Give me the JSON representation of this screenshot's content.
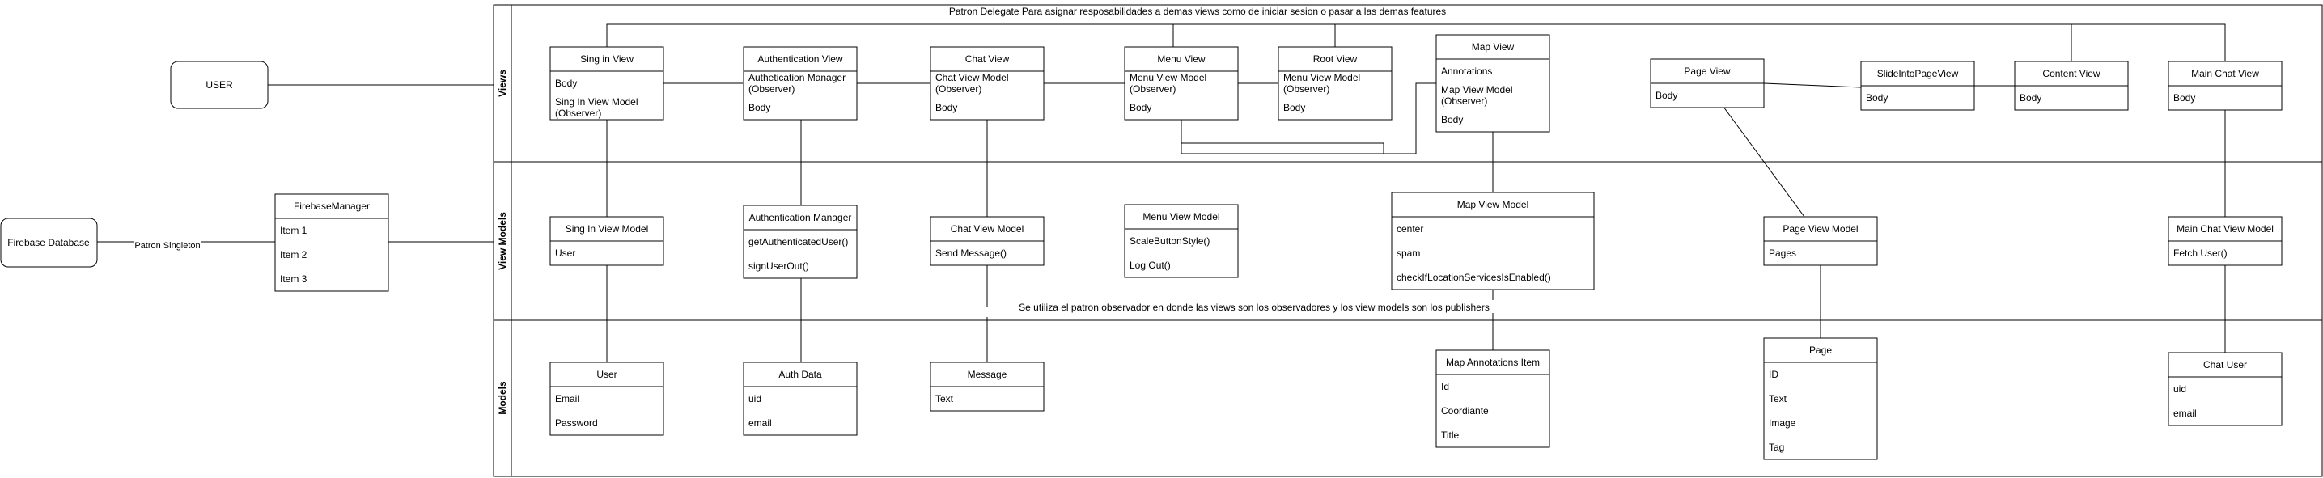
{
  "lanes": [
    "Views",
    "View Models",
    "Models"
  ],
  "actors": {
    "user": "USER",
    "firebase": "Firebase Database"
  },
  "edge_label_singleton": "Patron Singleton",
  "notes": {
    "delegate": "Patron Delegate Para asignar resposabilidades a demas views como  de iniciar sesion o pasar a las demas features",
    "observer": "Se utiliza el patron observador en  donde las views son los observadores y los view models son los publishers"
  },
  "classes": [
    {
      "id": "firebase-manager",
      "title": "FirebaseManager",
      "rows": [
        "Item 1",
        "Item 2",
        "Item 3"
      ]
    },
    {
      "id": "signin-view",
      "title": "Sing in View",
      "rows": [
        "Body",
        "Sing In View Model (Observer)"
      ]
    },
    {
      "id": "auth-view",
      "title": "Authentication View",
      "rows": [
        "Authetication Manager (Observer)",
        "Body"
      ]
    },
    {
      "id": "chat-view",
      "title": "Chat View",
      "rows": [
        "Chat View Model (Observer)",
        "Body"
      ]
    },
    {
      "id": "menu-view",
      "title": "Menu View",
      "rows": [
        "Menu View Model (Observer)",
        "Body"
      ]
    },
    {
      "id": "root-view",
      "title": "Root View",
      "rows": [
        "Menu View Model (Observer)",
        "Body"
      ]
    },
    {
      "id": "map-view",
      "title": "Map View",
      "rows": [
        "Annotations",
        "Map View Model (Observer)",
        "Body"
      ]
    },
    {
      "id": "page-view",
      "title": "Page View",
      "rows": [
        "Body"
      ]
    },
    {
      "id": "slide-view",
      "title": "SlideIntoPageView",
      "rows": [
        "Body"
      ]
    },
    {
      "id": "content-view",
      "title": "Content View",
      "rows": [
        "Body"
      ]
    },
    {
      "id": "mainchat-view",
      "title": "Main Chat View",
      "rows": [
        "Body"
      ]
    },
    {
      "id": "signin-vm",
      "title": "Sing In View Model",
      "rows": [
        "User"
      ]
    },
    {
      "id": "auth-manager",
      "title": "Authentication Manager",
      "rows": [
        "getAuthenticatedUser()",
        "signUserOut()"
      ]
    },
    {
      "id": "chat-vm",
      "title": "Chat View Model",
      "rows": [
        "Send Message()"
      ]
    },
    {
      "id": "menu-vm",
      "title": "Menu View Model",
      "rows": [
        "ScaleButtonStyle()",
        "Log Out()"
      ]
    },
    {
      "id": "map-vm",
      "title": "Map View Model",
      "rows": [
        "center",
        "spam",
        "checkIfLocationServicesIsEnabled()"
      ]
    },
    {
      "id": "page-vm",
      "title": "Page View Model",
      "rows": [
        "Pages"
      ]
    },
    {
      "id": "mainchat-vm",
      "title": "Main Chat View Model",
      "rows": [
        "Fetch User()"
      ]
    },
    {
      "id": "user-model",
      "title": "User",
      "rows": [
        "Email",
        "Password"
      ]
    },
    {
      "id": "authdata-model",
      "title": "Auth Data",
      "rows": [
        "uid",
        "email"
      ]
    },
    {
      "id": "message-model",
      "title": "Message",
      "rows": [
        "Text"
      ]
    },
    {
      "id": "mapannot-model",
      "title": "Map Annotations Item",
      "rows": [
        "Id",
        "Coordiante",
        "Title"
      ]
    },
    {
      "id": "page-model",
      "title": "Page",
      "rows": [
        "ID",
        "Text",
        "Image",
        "Tag"
      ]
    },
    {
      "id": "chatuser-model",
      "title": "Chat User",
      "rows": [
        "uid",
        "email"
      ]
    }
  ],
  "colors": {
    "stroke": "#000000",
    "background": "#ffffff"
  }
}
